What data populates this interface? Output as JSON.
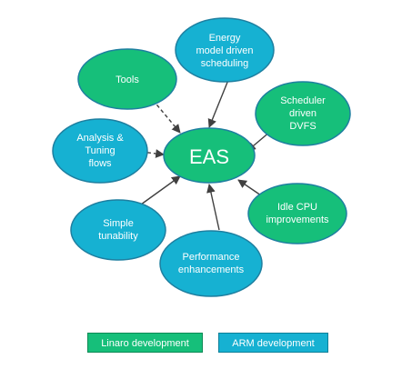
{
  "colors": {
    "linaro": "#16bf7a",
    "arm": "#16b1d2",
    "outline": "#1e7fa0",
    "arrow": "#404040"
  },
  "center": {
    "label": "EAS"
  },
  "nodes": [
    {
      "name": "energy-model-node",
      "lines": [
        "Energy",
        "model driven",
        "scheduling"
      ],
      "group": "arm"
    },
    {
      "name": "tools-node",
      "lines": [
        "Tools"
      ],
      "group": "linaro"
    },
    {
      "name": "scheduler-dvfs-node",
      "lines": [
        "Scheduler",
        "driven",
        "DVFS"
      ],
      "group": "linaro"
    },
    {
      "name": "analysis-tuning-node",
      "lines": [
        "Analysis &",
        "Tuning",
        "flows"
      ],
      "group": "arm"
    },
    {
      "name": "idle-cpu-node",
      "lines": [
        "Idle CPU",
        "improvements"
      ],
      "group": "linaro"
    },
    {
      "name": "simple-tunability-node",
      "lines": [
        "Simple",
        "tunability"
      ],
      "group": "arm"
    },
    {
      "name": "performance-node",
      "lines": [
        "Performance",
        "enhancements"
      ],
      "group": "arm"
    }
  ],
  "legend": {
    "linaro": "Linaro development",
    "arm": "ARM development"
  }
}
